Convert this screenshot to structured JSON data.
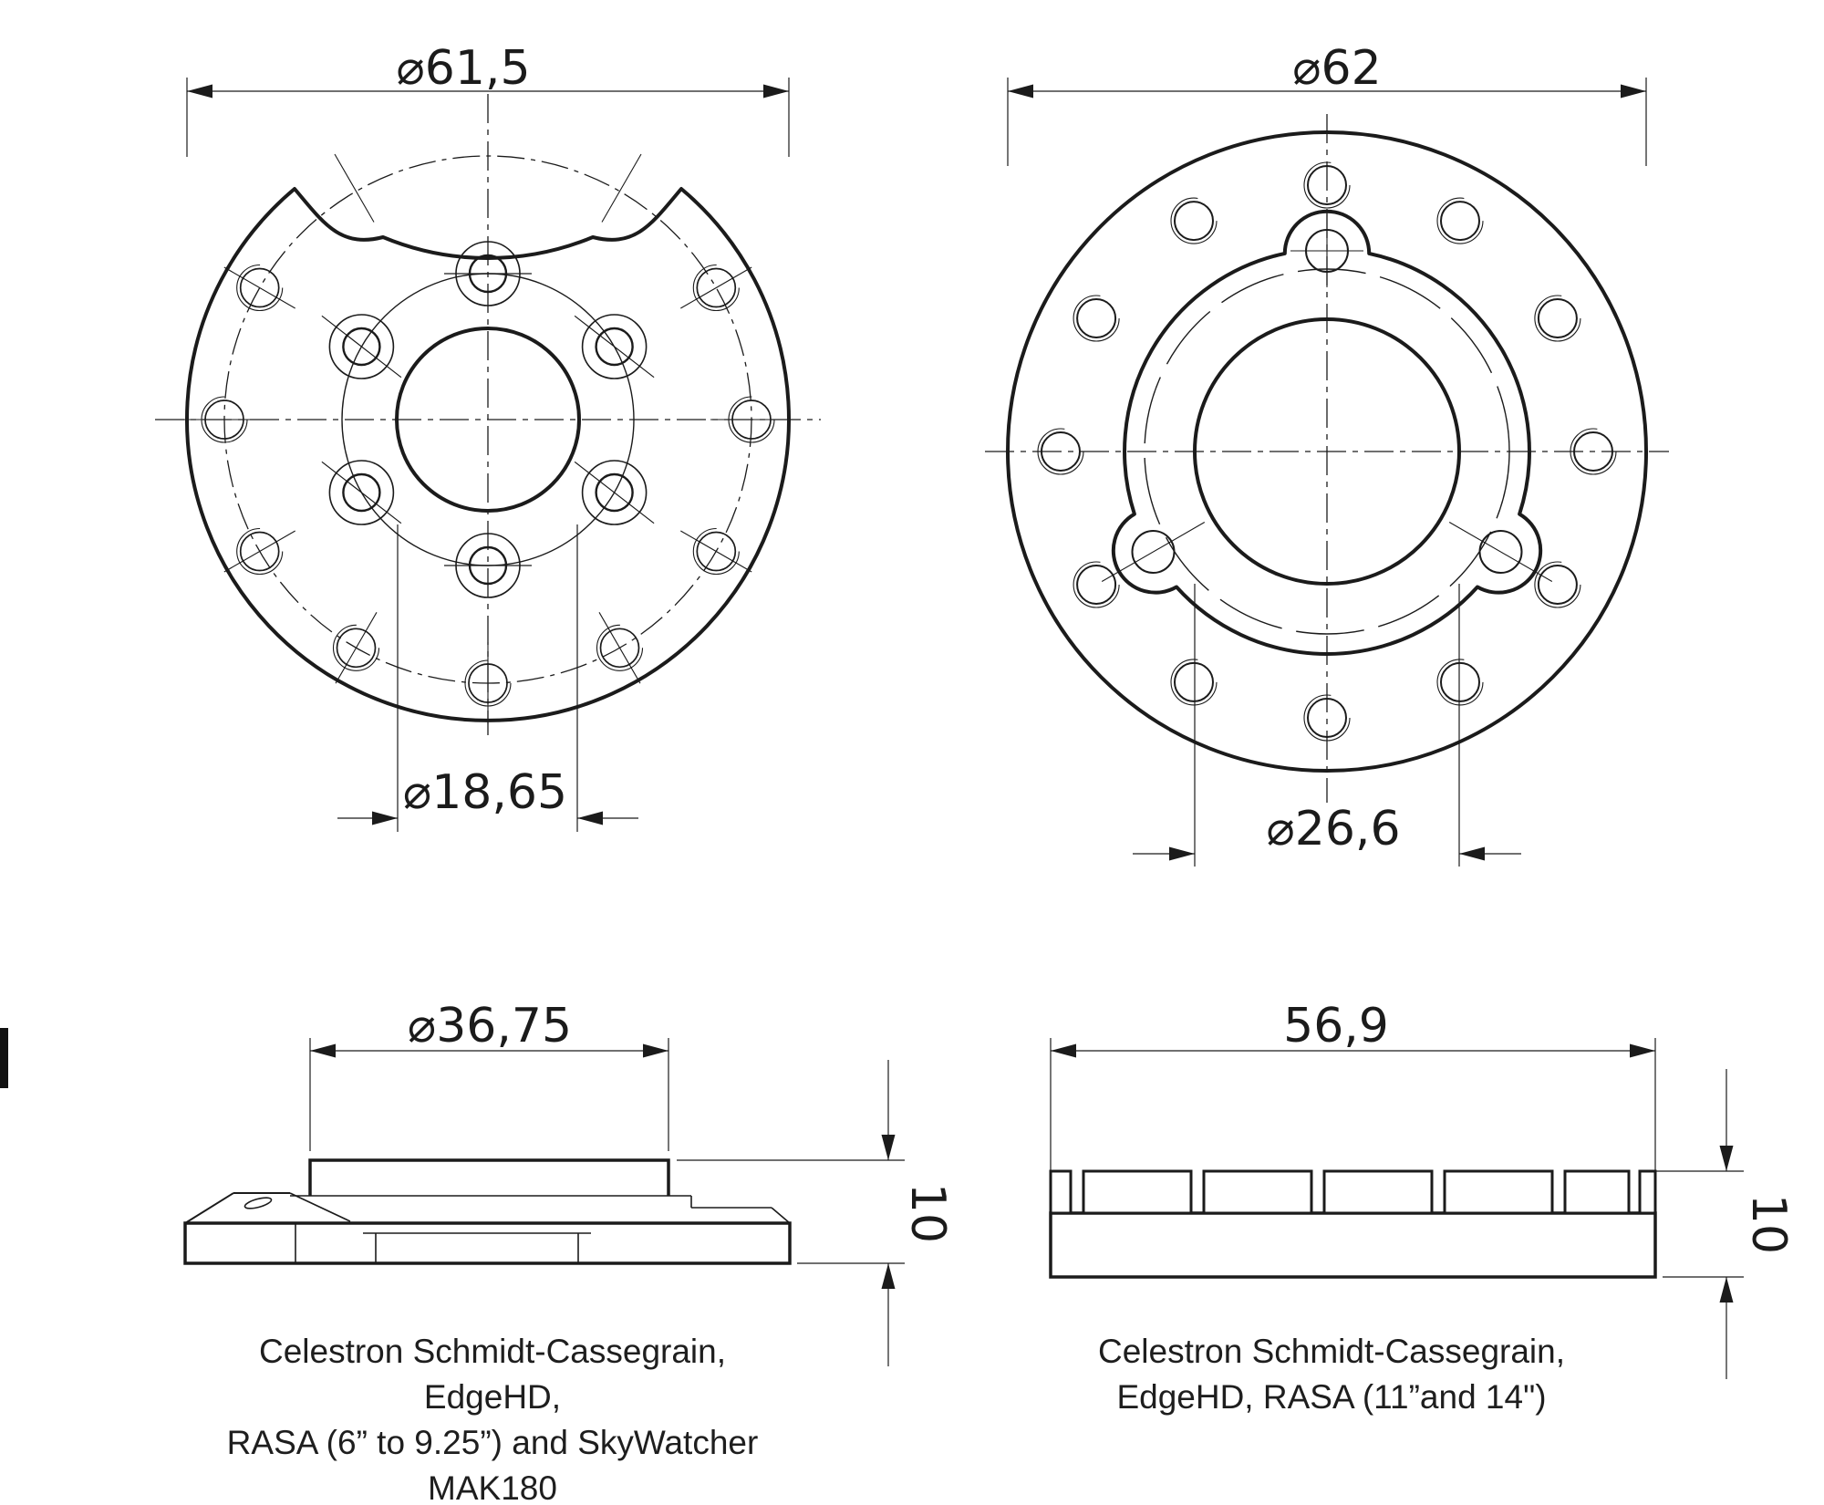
{
  "views": {
    "front_small": {
      "outer_dia": "⌀61,5",
      "center_hole_dia": "⌀18,65"
    },
    "front_large": {
      "outer_dia": "⌀62",
      "center_hole_dia": "⌀26,6"
    },
    "side_small": {
      "boss_dia": "⌀36,75",
      "thickness": "10",
      "caption": [
        "Celestron Schmidt-Cassegrain, EdgeHD,",
        "RASA (6” to 9.25”) and SkyWatcher",
        "MAK180"
      ]
    },
    "side_large": {
      "overall_width": "56,9",
      "thickness": "10",
      "caption": [
        "Celestron Schmidt-Cassegrain,",
        "EdgeHD, RASA (11”and 14\")"
      ]
    }
  },
  "colors": {
    "line": "#1b1b1b",
    "background": "#ffffff"
  }
}
